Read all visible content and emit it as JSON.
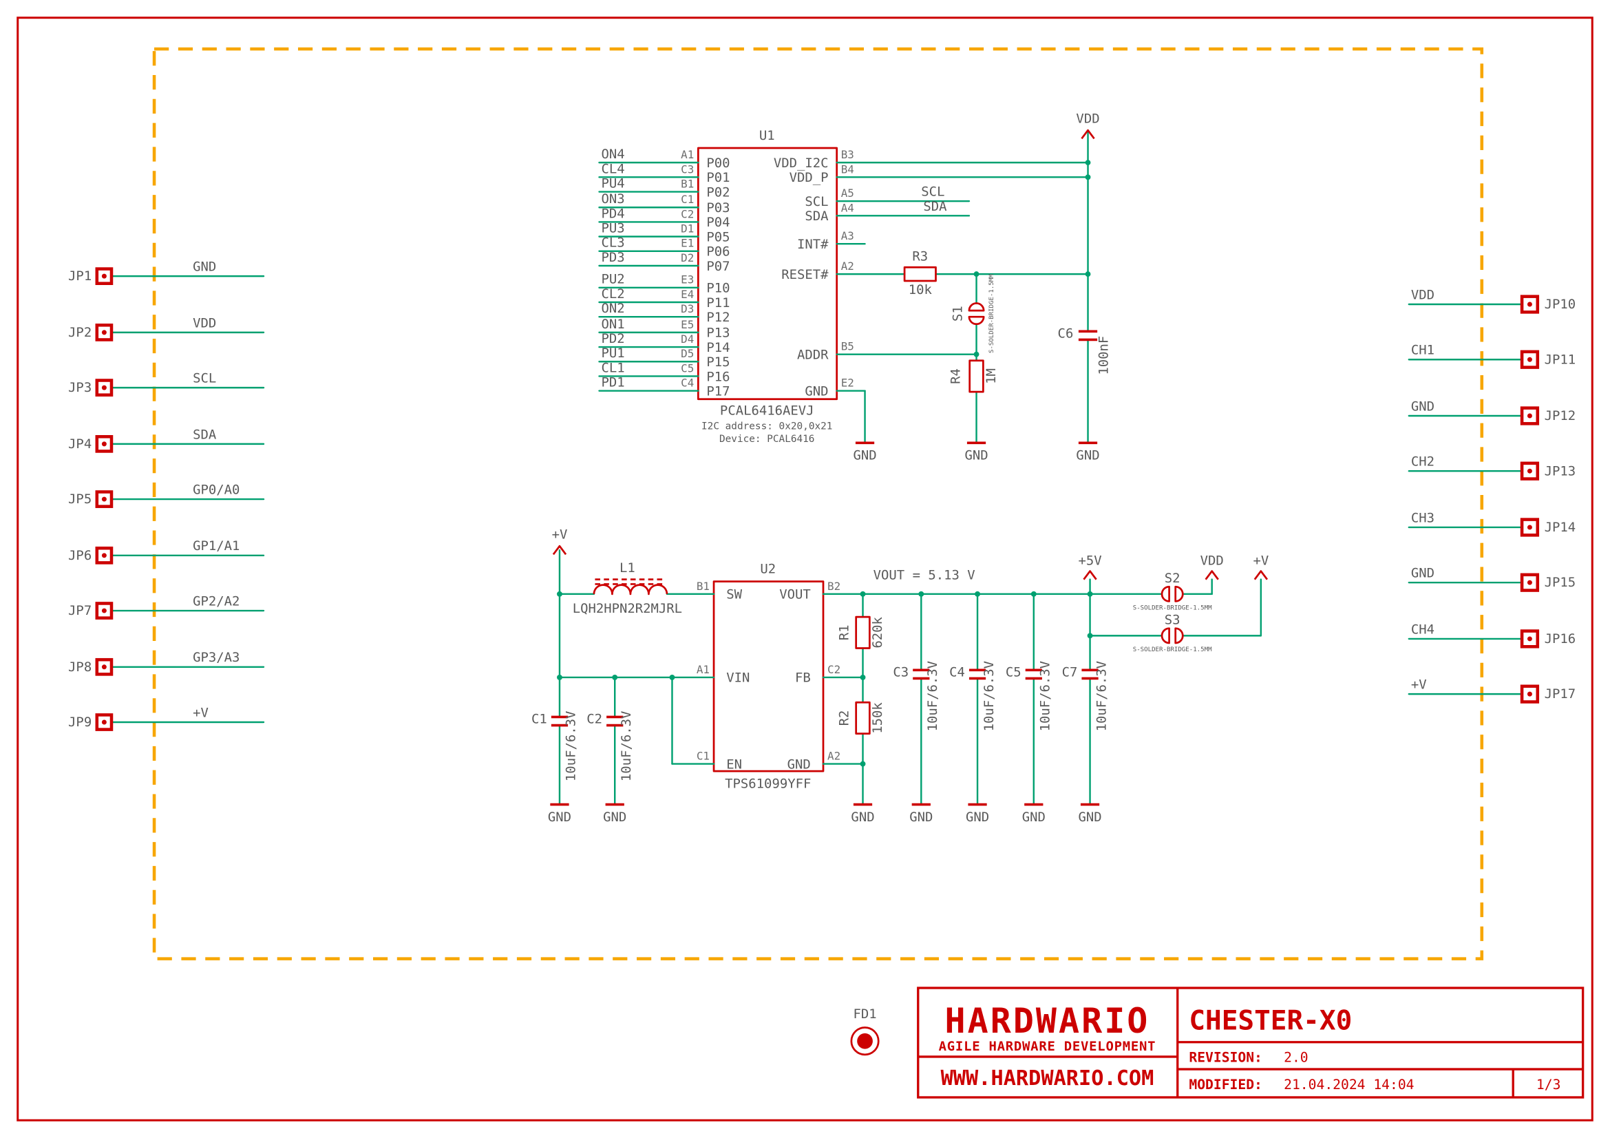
{
  "left_connectors": [
    {
      "ref": "JP1",
      "net": "GND"
    },
    {
      "ref": "JP2",
      "net": "VDD"
    },
    {
      "ref": "JP3",
      "net": "SCL"
    },
    {
      "ref": "JP4",
      "net": "SDA"
    },
    {
      "ref": "JP5",
      "net": "GP0/A0"
    },
    {
      "ref": "JP6",
      "net": "GP1/A1"
    },
    {
      "ref": "JP7",
      "net": "GP2/A2"
    },
    {
      "ref": "JP8",
      "net": "GP3/A3"
    },
    {
      "ref": "JP9",
      "net": "+V"
    }
  ],
  "right_connectors": [
    {
      "ref": "JP10",
      "net": "VDD"
    },
    {
      "ref": "JP11",
      "net": "CH1"
    },
    {
      "ref": "JP12",
      "net": "GND"
    },
    {
      "ref": "JP13",
      "net": "CH2"
    },
    {
      "ref": "JP14",
      "net": "CH3"
    },
    {
      "ref": "JP15",
      "net": "GND"
    },
    {
      "ref": "JP16",
      "net": "CH4"
    },
    {
      "ref": "JP17",
      "net": "+V"
    }
  ],
  "u1": {
    "ref": "U1",
    "part": "PCAL6416AEVJ",
    "note_address": "I2C address: 0x20,0x21",
    "note_device": "Device: PCAL6416",
    "net_scl": "SCL",
    "net_sda": "SDA",
    "left_pins": [
      {
        "net": "ON4",
        "num": "A1",
        "name": "P00"
      },
      {
        "net": "CL4",
        "num": "C3",
        "name": "P01"
      },
      {
        "net": "PU4",
        "num": "B1",
        "name": "P02"
      },
      {
        "net": "ON3",
        "num": "C1",
        "name": "P03"
      },
      {
        "net": "PD4",
        "num": "C2",
        "name": "P04"
      },
      {
        "net": "PU3",
        "num": "D1",
        "name": "P05"
      },
      {
        "net": "CL3",
        "num": "E1",
        "name": "P06"
      },
      {
        "net": "PD3",
        "num": "D2",
        "name": "P07"
      },
      {
        "net": "PU2",
        "num": "E3",
        "name": "P10"
      },
      {
        "net": "CL2",
        "num": "E4",
        "name": "P11"
      },
      {
        "net": "ON2",
        "num": "D3",
        "name": "P12"
      },
      {
        "net": "ON1",
        "num": "E5",
        "name": "P13"
      },
      {
        "net": "PD2",
        "num": "D4",
        "name": "P14"
      },
      {
        "net": "PU1",
        "num": "D5",
        "name": "P15"
      },
      {
        "net": "CL1",
        "num": "C5",
        "name": "P16"
      },
      {
        "net": "PD1",
        "num": "C4",
        "name": "P17"
      }
    ],
    "right_pins": [
      {
        "name": "VDD_I2C",
        "num": "B3"
      },
      {
        "name": "VDD_P",
        "num": "B4"
      },
      {
        "name": "SCL",
        "num": "A5"
      },
      {
        "name": "SDA",
        "num": "A4"
      },
      {
        "name": "INT#",
        "num": "A3"
      },
      {
        "name": "RESET#",
        "num": "A2"
      },
      {
        "name": "ADDR",
        "num": "B5"
      },
      {
        "name": "GND",
        "num": "E2"
      }
    ]
  },
  "u2": {
    "ref": "U2",
    "part": "TPS61099YFF",
    "vout_note": "VOUT = 5.13 V",
    "left_pins": [
      {
        "name": "SW",
        "num": "B1"
      },
      {
        "name": "VIN",
        "num": "A1"
      },
      {
        "name": "EN",
        "num": "C1"
      }
    ],
    "right_pins": [
      {
        "name": "VOUT",
        "num": "B2"
      },
      {
        "name": "FB",
        "num": "C2"
      },
      {
        "name": "GND",
        "num": "A2"
      }
    ]
  },
  "components": {
    "r1": {
      "ref": "R1",
      "value": "620k"
    },
    "r2": {
      "ref": "R2",
      "value": "150k"
    },
    "r3": {
      "ref": "R3",
      "value": "10k"
    },
    "r4": {
      "ref": "R4",
      "value": "1M"
    },
    "c1": {
      "ref": "C1",
      "value": "10uF/6.3V"
    },
    "c2": {
      "ref": "C2",
      "value": "10uF/6.3V"
    },
    "c3": {
      "ref": "C3",
      "value": "10uF/6.3V"
    },
    "c4": {
      "ref": "C4",
      "value": "10uF/6.3V"
    },
    "c5": {
      "ref": "C5",
      "value": "10uF/6.3V"
    },
    "c6": {
      "ref": "C6",
      "value": "100nF"
    },
    "c7": {
      "ref": "C7",
      "value": "10uF/6.3V"
    },
    "l1": {
      "ref": "L1",
      "value": "LQH2HPN2R2MJRL"
    },
    "s1": {
      "ref": "S1",
      "value": "S-SOLDER-BRIDGE-1.5MM"
    },
    "s2": {
      "ref": "S2",
      "value": "S-SOLDER-BRIDGE-1.5MM"
    },
    "s3": {
      "ref": "S3",
      "value": "S-SOLDER-BRIDGE-1.5MM"
    },
    "fd1": {
      "ref": "FD1"
    }
  },
  "power": {
    "vdd": "VDD",
    "plus_v": "+V",
    "plus_5v": "+5V",
    "gnd": "GND"
  },
  "title_block": {
    "brand": "HARDWARIO",
    "tagline": "AGILE HARDWARE DEVELOPMENT",
    "website": "WWW.HARDWARIO.COM",
    "project": "CHESTER-X0",
    "revision_label": "REVISION:",
    "revision_value": "2.0",
    "modified_label": "MODIFIED:",
    "modified_value": "21.04.2024 14:04",
    "sheet": "1/3"
  },
  "colors": {
    "component": "#CC0000",
    "wire": "#00A070",
    "board_outline": "#F7A600",
    "text": "#5A5A5A"
  }
}
